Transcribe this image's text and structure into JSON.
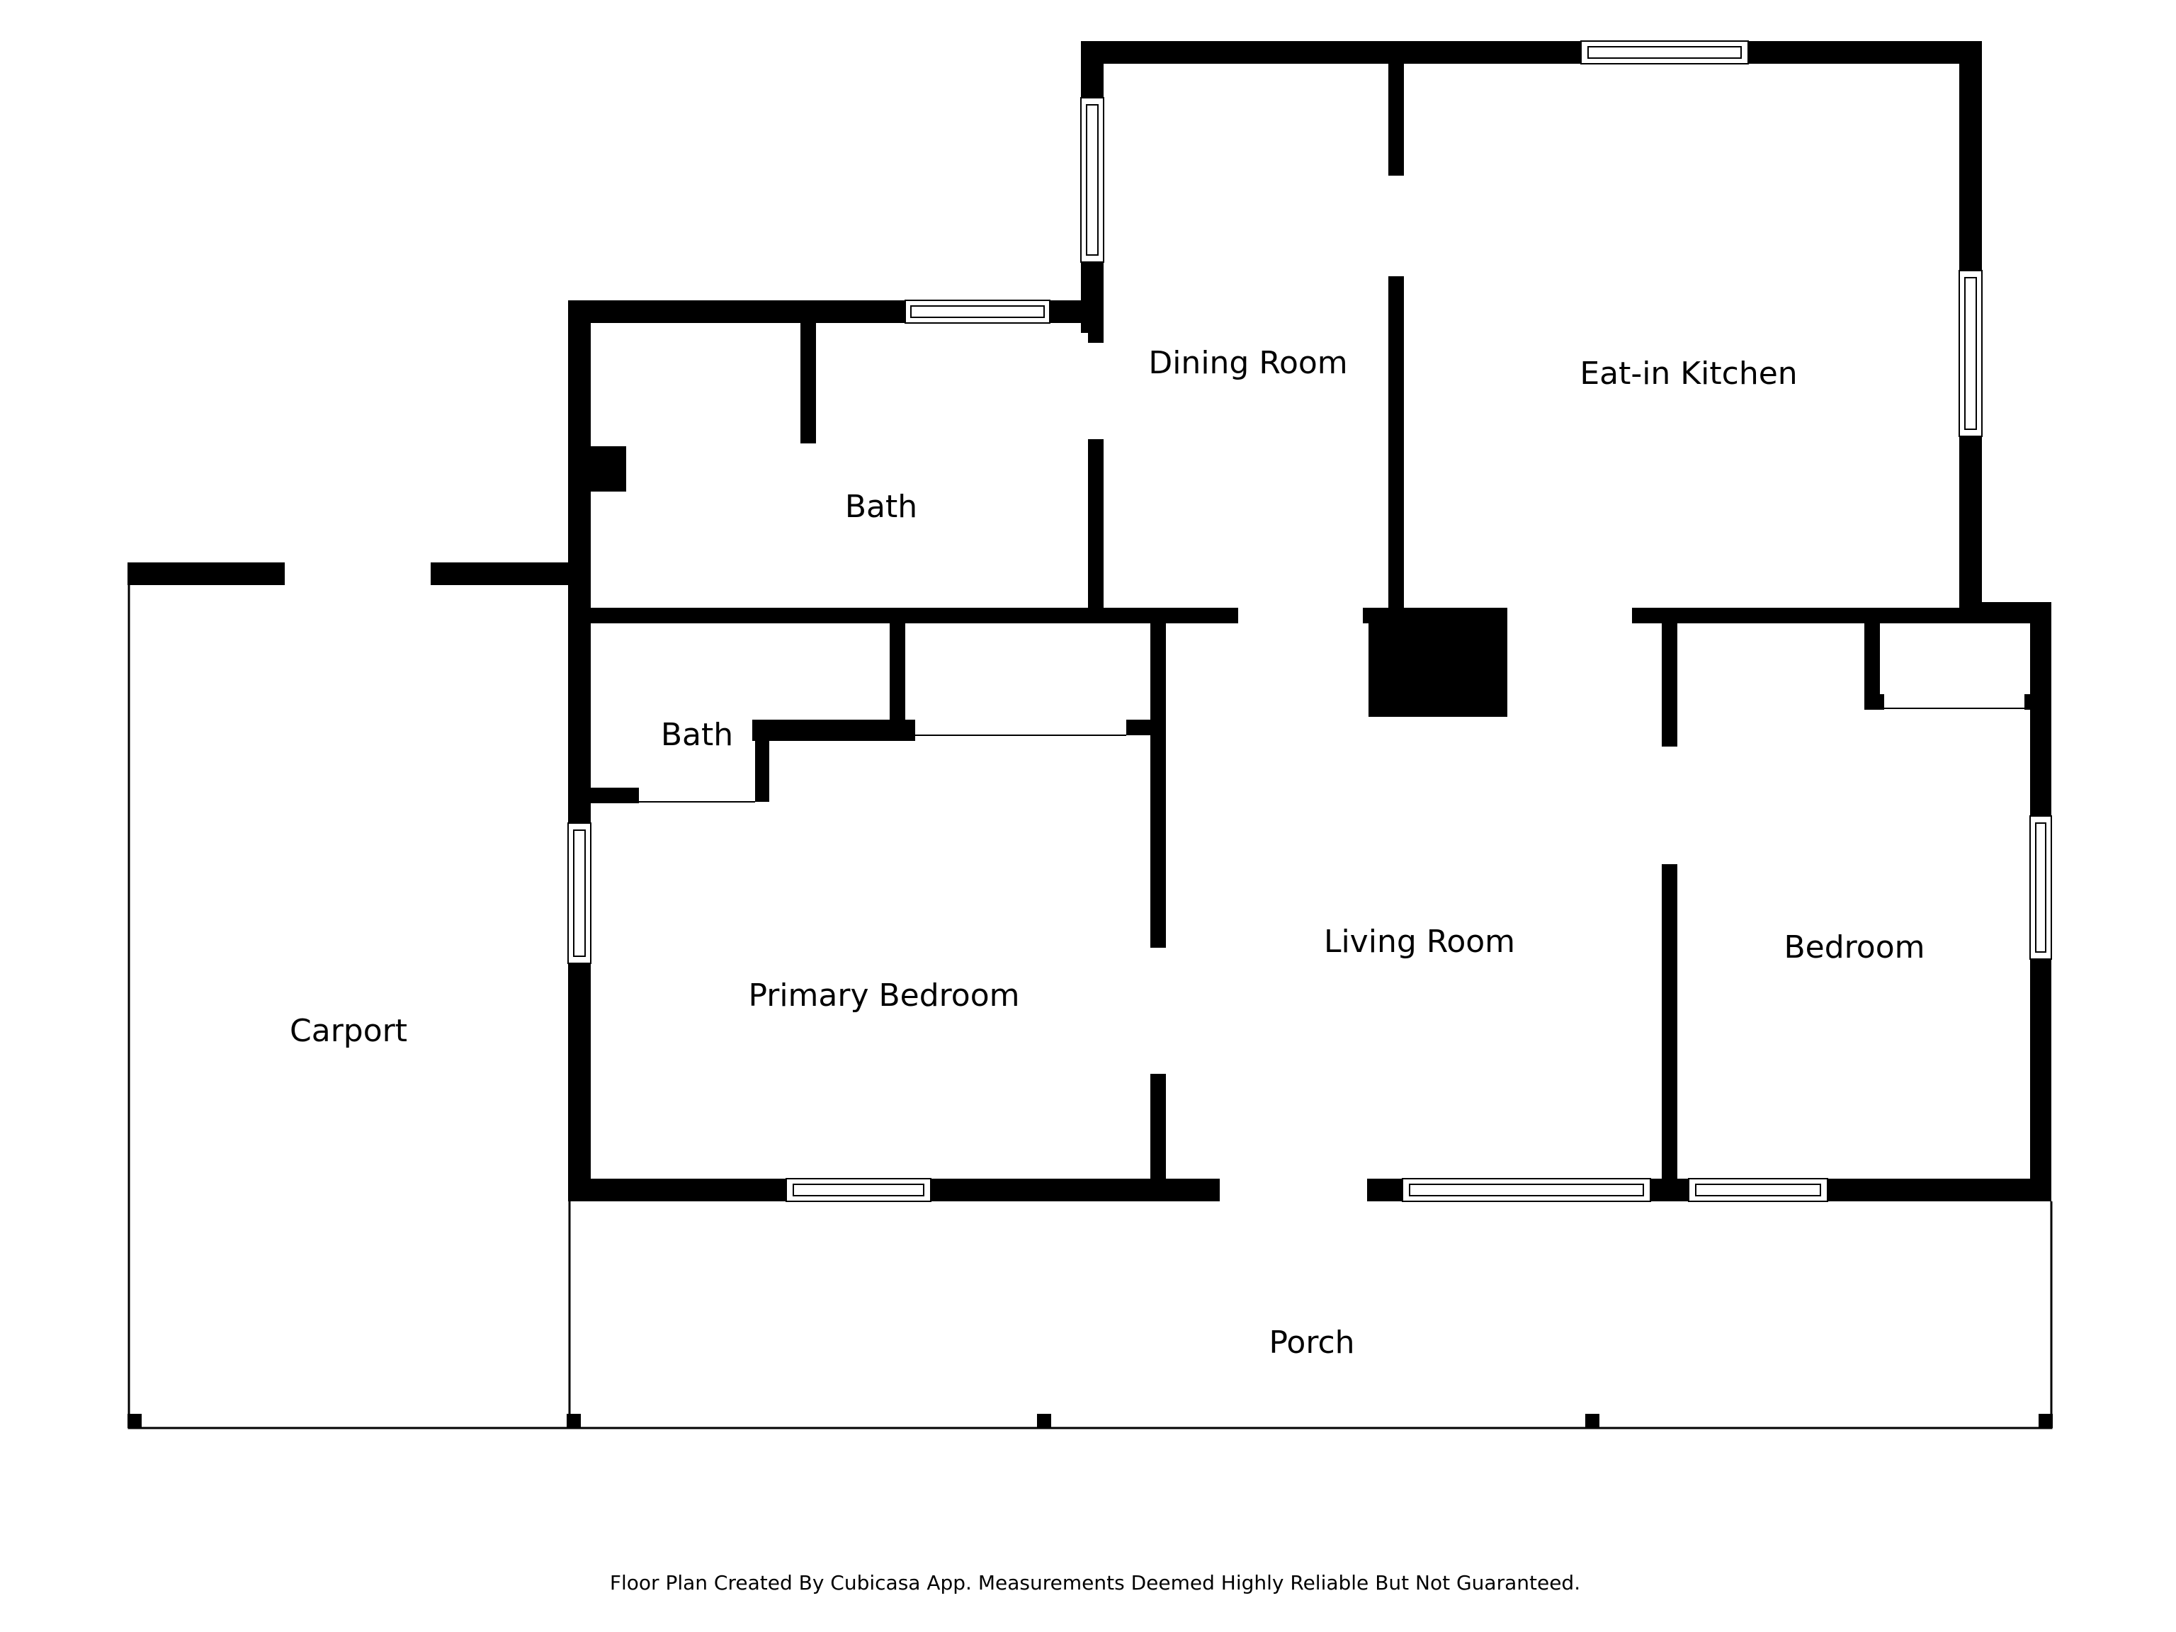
{
  "rooms": {
    "dining_room": "Dining Room",
    "eat_in_kitchen": "Eat-in Kitchen",
    "upper_bath": "Bath",
    "lower_bath": "Bath",
    "carport": "Carport",
    "primary_bedroom": "Primary Bedroom",
    "living_room": "Living Room",
    "bedroom": "Bedroom",
    "porch": "Porch"
  },
  "footer": "Floor Plan Created By Cubicasa App. Measurements Deemed Highly Reliable But Not Guaranteed.",
  "colors": {
    "wall": "#000000",
    "background": "#ffffff"
  }
}
